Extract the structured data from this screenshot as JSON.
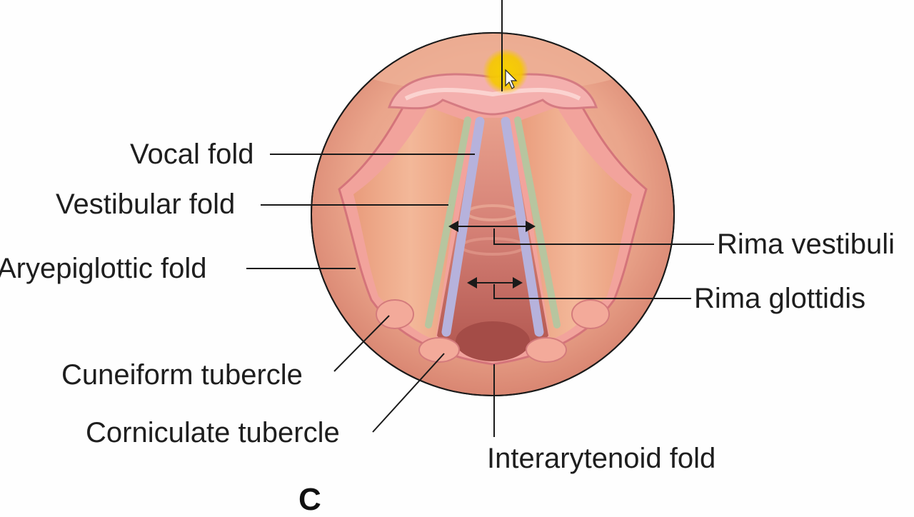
{
  "labels": {
    "vocal_fold": "Vocal fold",
    "vestibular_fold": "Vestibular fold",
    "aryepiglottic_fold": "Aryepiglottic fold",
    "cuneiform_tubercle": "Cuneiform tubercle",
    "corniculate_tubercle": "Corniculate tubercle",
    "rima_vestibuli": "Rima vestibuli",
    "rima_glottidis": "Rima glottidis",
    "interarytenoid_fold": "Interarytenoid fold"
  },
  "panel_label": "C",
  "pointer": {
    "icon": "cursor-arrow-icon",
    "highlight_color": "#f5c800"
  },
  "colors": {
    "outer_ring": "#e9a58c",
    "laryngeal_wall": "#e2987a",
    "epiglottis": "#f2a8b0",
    "vocal_cord": "#b8b4dc",
    "vestibular_band": "#b8c8a0",
    "lumen_dark": "#b85a52"
  }
}
